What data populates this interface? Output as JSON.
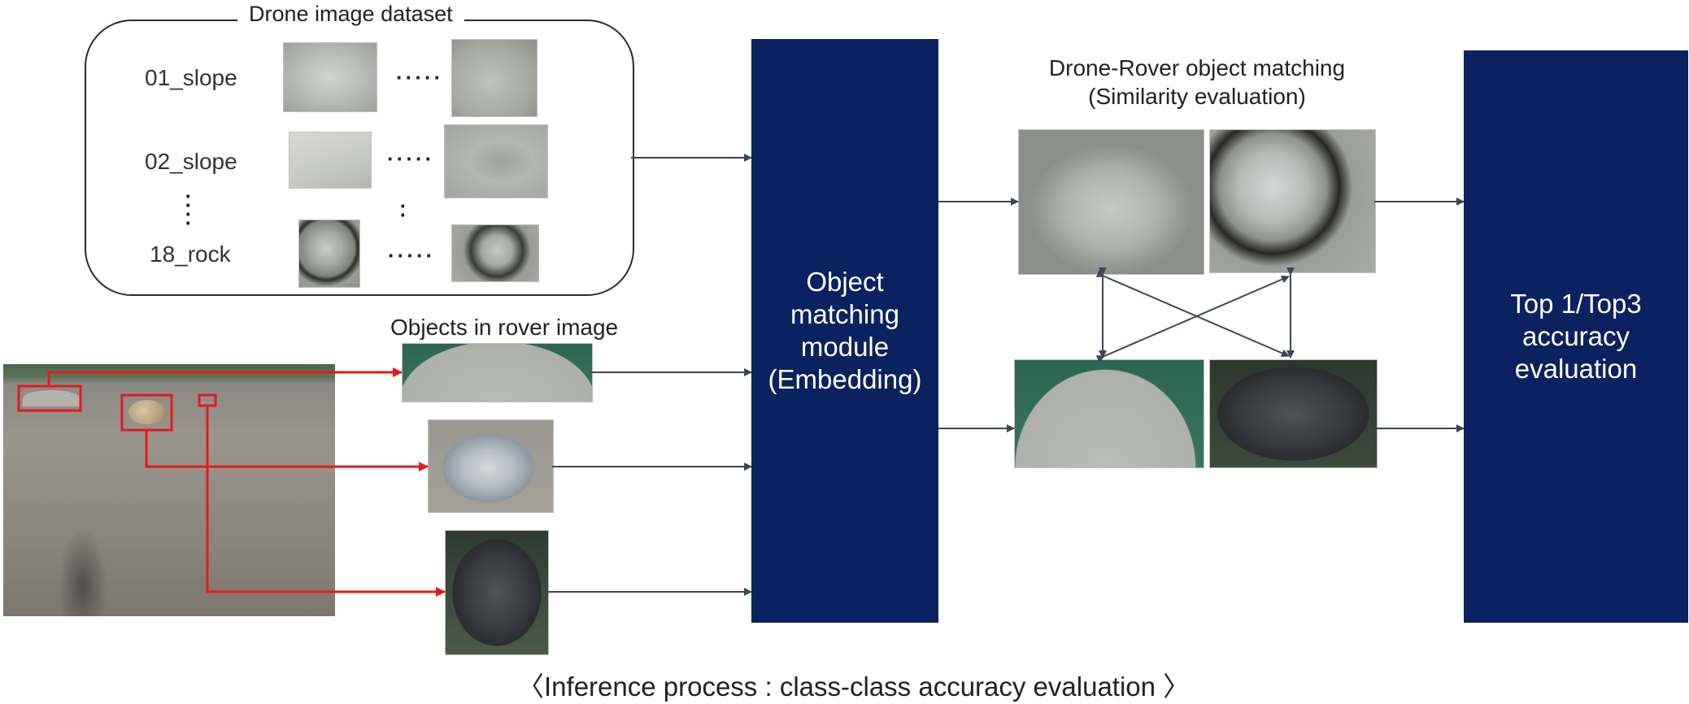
{
  "dataset": {
    "title": "Drone image dataset",
    "rows": [
      {
        "label": "01_slope"
      },
      {
        "label": "02_slope"
      },
      {
        "label": "18_rock"
      }
    ],
    "ellipsis": "·····",
    "vertical_ellipsis": "⋮"
  },
  "rover": {
    "title": "Objects in rover image"
  },
  "matching_module": {
    "label": "Object\nmatching\nmodule\n(Embedding)"
  },
  "similarity": {
    "title": "Drone-Rover object matching\n(Similarity evaluation)"
  },
  "accuracy": {
    "label": "Top 1/Top3\naccuracy\nevaluation"
  },
  "caption": "〈Inference process : class-class accuracy evaluation 〉",
  "colors": {
    "navy": "#0b2260",
    "arrow": "#3c4658",
    "highlight": "#e31b1b"
  }
}
